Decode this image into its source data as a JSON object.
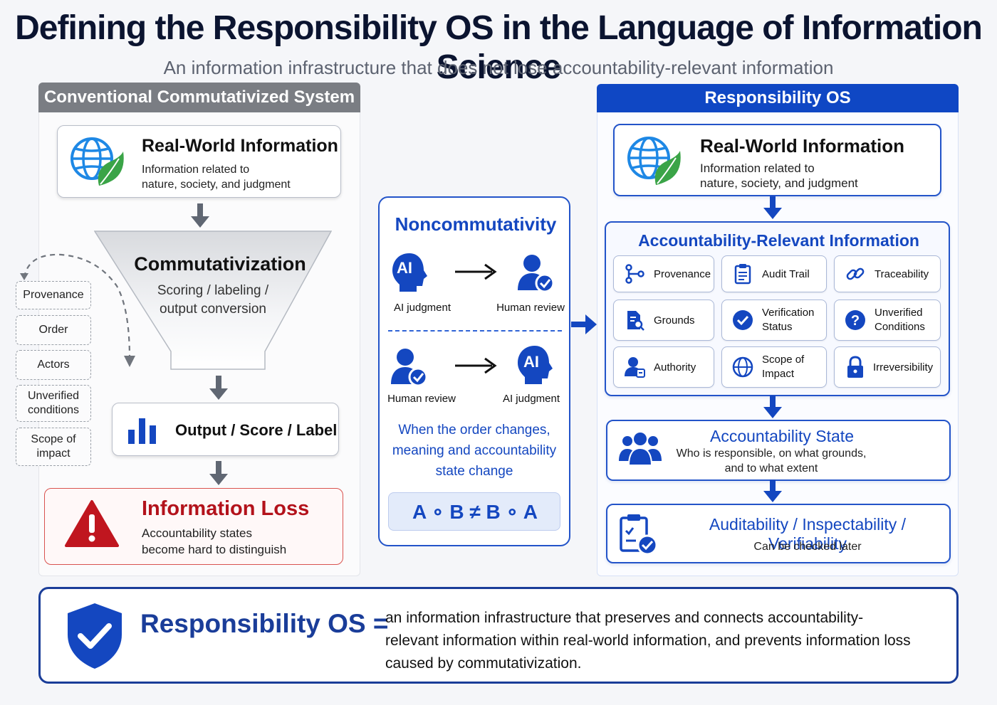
{
  "title": "Defining the Responsibility OS in the Language of Information Science",
  "subtitle": "An information infrastructure that does not lose accountability-relevant information",
  "colors": {
    "brand_blue": "#0f47c4",
    "dark_navy": "#0b1430",
    "alert_red": "#c0161f",
    "gray_header": "#7a7d83",
    "leaf_green": "#3aa447"
  },
  "left": {
    "header": "Conventional Commutativized System",
    "real_world": {
      "title": "Real-World Information",
      "desc_line1": "Information related to",
      "desc_line2": "nature, society, and judgment",
      "icon": "globe-leaf-icon"
    },
    "funnel": {
      "title": "Commutativization",
      "desc_line1": "Scoring / labeling /",
      "desc_line2": "output conversion"
    },
    "side_items": [
      "Provenance",
      "Order",
      "Actors",
      "Unverified conditions",
      "Scope of impact"
    ],
    "output": {
      "label": "Output / Score / Label",
      "icon": "bar-chart-icon"
    },
    "loss": {
      "title": "Information Loss",
      "desc_line1": "Accountability states",
      "desc_line2": "become hard to distinguish",
      "icon": "warning-icon"
    }
  },
  "center": {
    "title": "Noncommutativity",
    "row1": {
      "left": "AI judgment",
      "right": "Human review"
    },
    "row2": {
      "left": "Human review",
      "right": "AI judgment"
    },
    "ai_badge": "AI",
    "statement_line1": "When the order changes,",
    "statement_line2": "meaning and accountability",
    "statement_line3": "state change",
    "formula": "A ∘ B ≠ B ∘ A"
  },
  "right": {
    "header": "Responsibility OS",
    "real_world": {
      "title": "Real-World Information",
      "desc_line1": "Information related to",
      "desc_line2": "nature, society, and judgment",
      "icon": "globe-leaf-icon"
    },
    "acc_info": {
      "title": "Accountability-Relevant Information",
      "items": [
        {
          "label": "Provenance",
          "icon": "branch-icon"
        },
        {
          "label": "Audit Trail",
          "icon": "clipboard-icon"
        },
        {
          "label": "Traceability",
          "icon": "link-icon"
        },
        {
          "label": "Grounds",
          "icon": "document-search-icon"
        },
        {
          "label": "Verification Status",
          "icon": "check-circle-icon"
        },
        {
          "label": "Unverified Conditions",
          "icon": "question-icon"
        },
        {
          "label": "Authority",
          "icon": "user-badge-icon"
        },
        {
          "label": "Scope of Impact",
          "icon": "globe-icon"
        },
        {
          "label": "Irreversibility",
          "icon": "lock-icon"
        }
      ]
    },
    "state": {
      "title": "Accountability State",
      "desc_line1": "Who is responsible, on what grounds,",
      "desc_line2": "and to what extent",
      "icon": "people-icon"
    },
    "audit": {
      "title": "Auditability / Inspectability / Verifiability",
      "desc": "Can be checked later",
      "icon": "clipboard-check-icon"
    }
  },
  "bottom": {
    "term": "Responsibility OS =",
    "def_line1": "an information infrastructure that preserves and connects accountability-",
    "def_line2": "relevant information within real-world information, and prevents information loss",
    "def_line3": "caused by commutativization.",
    "icon": "shield-check-icon"
  }
}
